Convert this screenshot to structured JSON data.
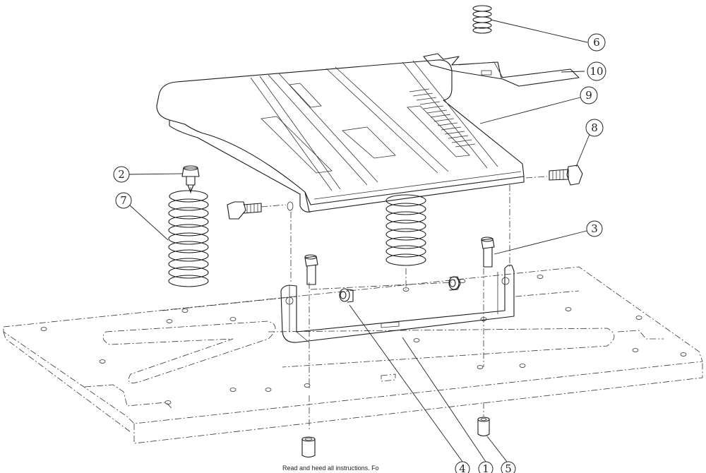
{
  "callouts": {
    "c1": "1",
    "c2": "2",
    "c3": "3",
    "c4": "4",
    "c5": "5",
    "c6": "6",
    "c7": "7",
    "c8": "8",
    "c9": "9",
    "c10": "10"
  },
  "caption": "Read and heed all instructions. Fo"
}
